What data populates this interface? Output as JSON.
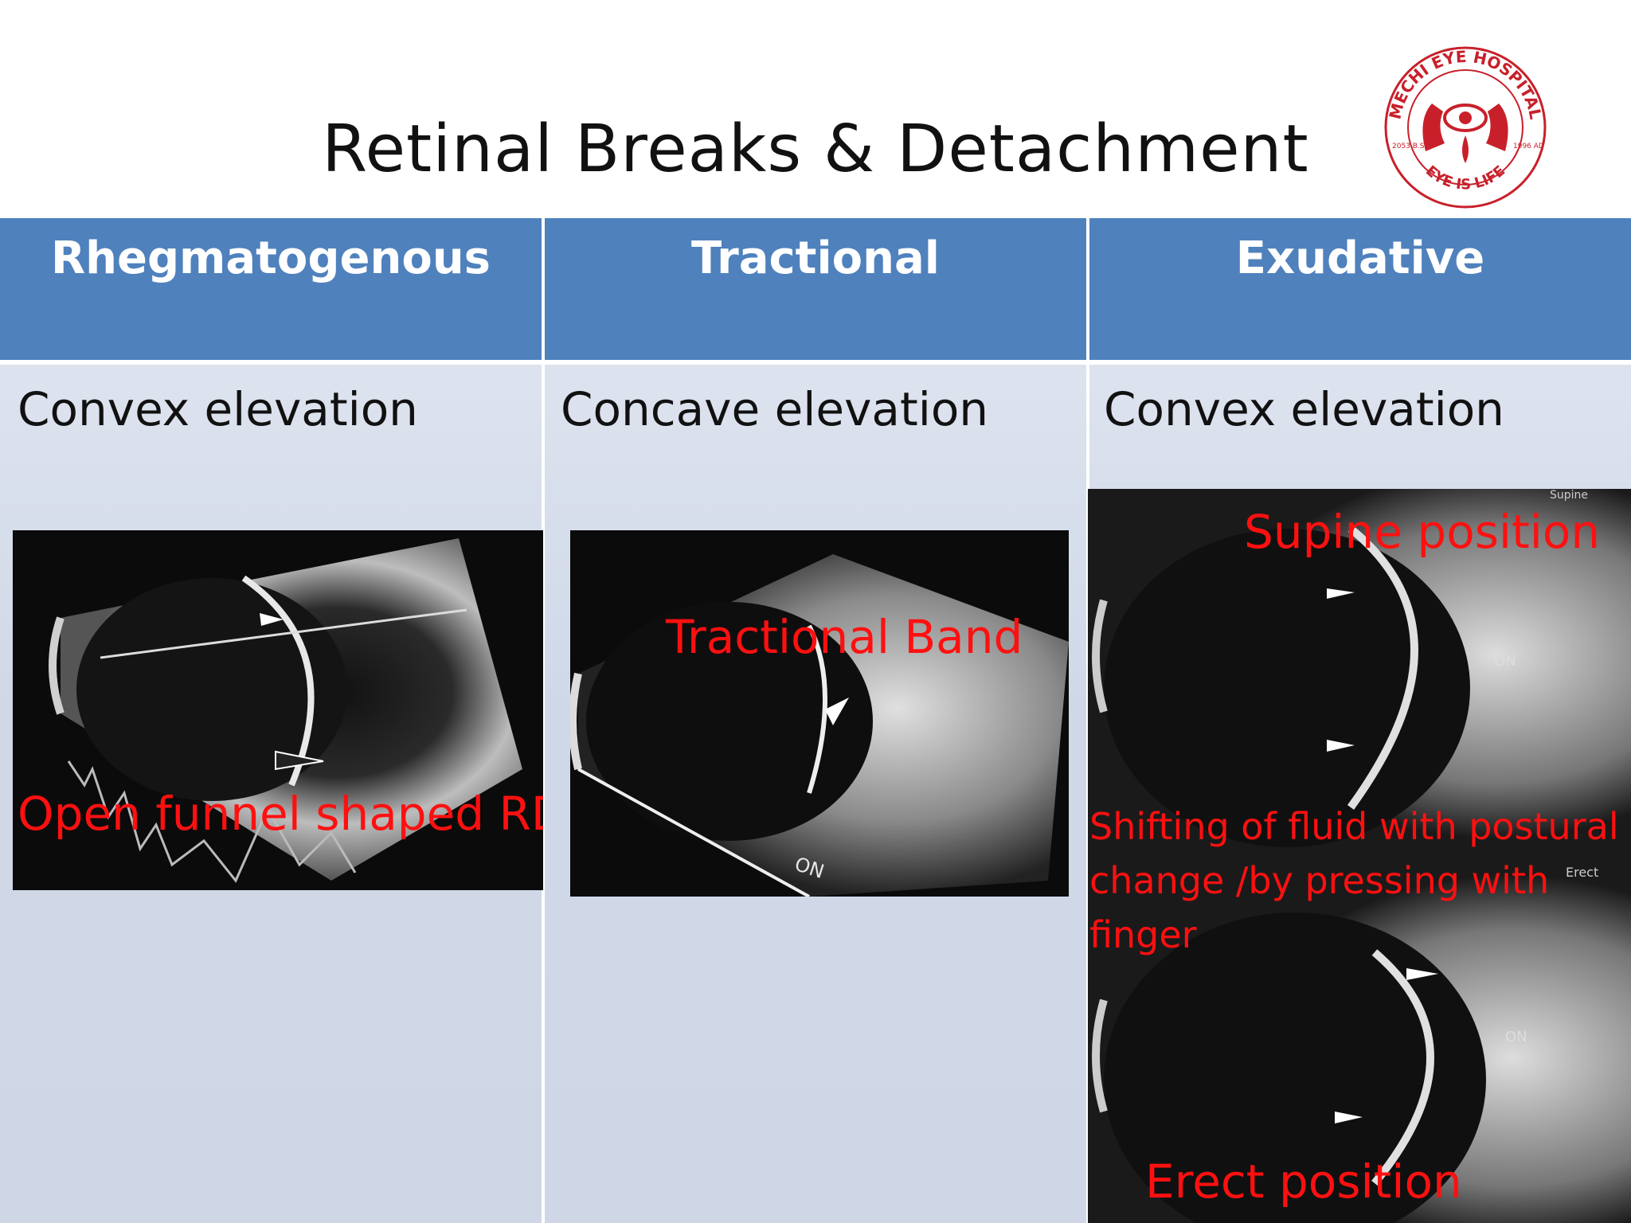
{
  "slide": {
    "title": "Retinal Breaks & Detachment"
  },
  "logo": {
    "ring_text_top": "MECHI EYE HOSPITAL",
    "ring_text_bottom": "EYE IS LIFE",
    "left_year": "2053 B.S",
    "right_year": "1996 AD",
    "colors": {
      "red": "#c8202a"
    }
  },
  "table": {
    "columns": [
      {
        "header": "Rhegmatogenous",
        "feature": "Convex elevation"
      },
      {
        "header": "Tractional",
        "feature": "Concave elevation"
      },
      {
        "header": "Exudative",
        "feature": "Convex elevation"
      }
    ],
    "colors": {
      "header_bg": "#4f81bd",
      "cell_bg": "#d0d8e8"
    }
  },
  "images": {
    "rhegmatogenous": {
      "caption": "Open funnel shaped RD"
    },
    "tractional": {
      "caption": "Tractional Band",
      "scan_marker": "ON"
    },
    "exudative_supine": {
      "caption": "Supine position",
      "scan_marker": "ON",
      "corner_label": "Supine"
    },
    "exudative_note": "Shifting of fluid with postural change /by pressing with finger",
    "exudative_erect": {
      "caption": "Erect  position",
      "scan_marker": "ON",
      "corner_label": "Erect"
    }
  }
}
